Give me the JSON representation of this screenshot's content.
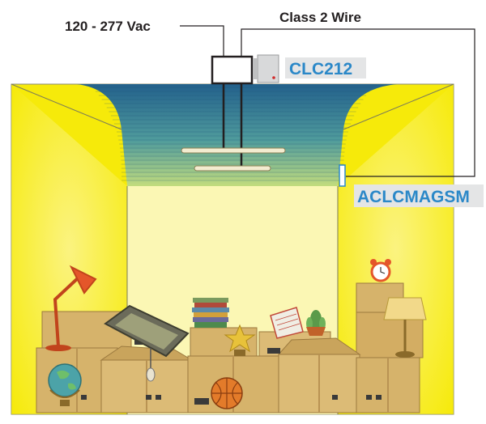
{
  "labels": {
    "voltage": "120 - 277 Vac",
    "wire": "Class 2 Wire",
    "controller": "CLC212",
    "sensor": "ACLCMAGSM"
  },
  "colors": {
    "room_yellow": "#f6ea0a",
    "back_wall": "#fbf7b4",
    "ceiling_top": "#27668f",
    "ceiling_bottom": "#b6d784",
    "label_blue": "#2b88c8",
    "label_bg": "#e4e5e6",
    "box": "#d6b36b",
    "box_dark": "#b99353"
  },
  "icons": [
    "globe-icon",
    "desk-lamp-icon",
    "alarm-clock-icon",
    "basketball-icon",
    "trophy-icon",
    "plant-icon",
    "floor-lamp-icon",
    "books-icon",
    "laptop-icon",
    "mouse-icon"
  ]
}
